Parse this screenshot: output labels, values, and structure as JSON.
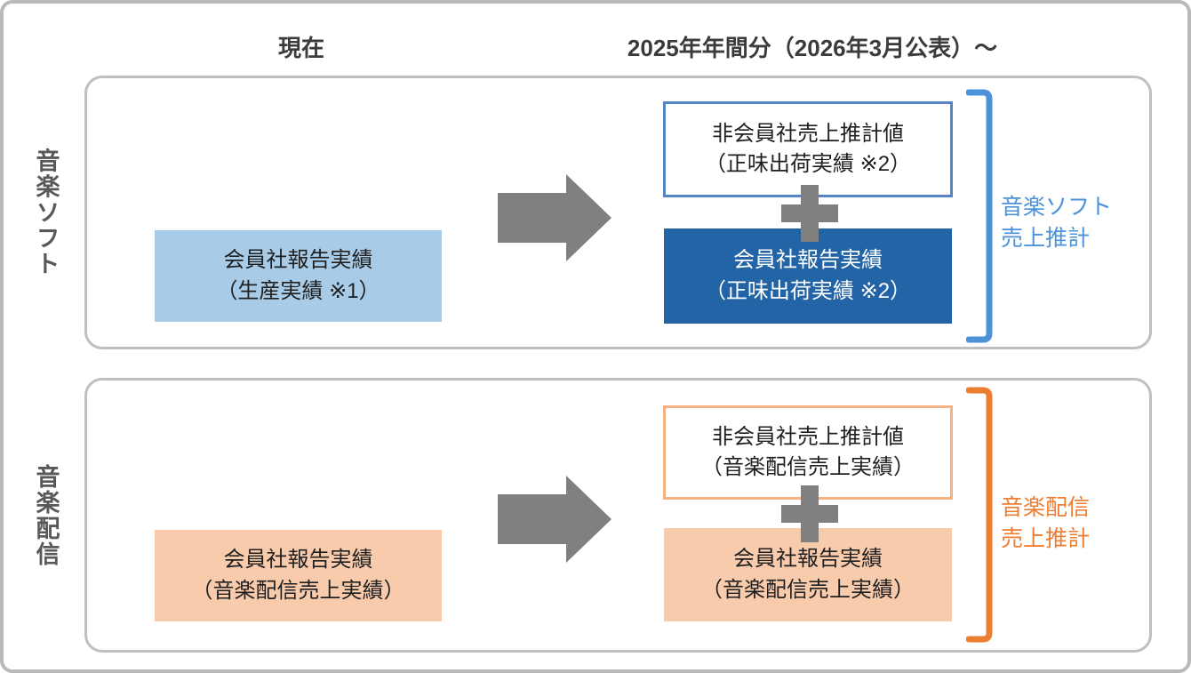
{
  "header": {
    "current_label": "現在",
    "future_label": "2025年年間分（2026年3月公表）～"
  },
  "colors": {
    "blue_fill": "#A8CCE8",
    "blue_dark": "#2264A6",
    "blue_border": "#5585C8",
    "blue_accent": "#4B92D9",
    "orange_fill": "#F8CBAD",
    "orange_border": "#F4B183",
    "orange_accent": "#ED7D31",
    "arrow_gray": "#808080",
    "panel_border": "#BFBFBF",
    "text_dark": "#1F1F1F",
    "side_label_gray": "#595959"
  },
  "panels": [
    {
      "side_label": "音楽ソフト",
      "current_box": {
        "line1": "会員社報告実績",
        "line2": "（生産実績 ※1）"
      },
      "estimate_box": {
        "line1": "非会員社売上推計値",
        "line2": "（正味出荷実績 ※2）"
      },
      "member_box": {
        "line1": "会員社報告実績",
        "line2": "（正味出荷実績 ※2）"
      },
      "result_label": {
        "line1": "音楽ソフト",
        "line2": "売上推計"
      }
    },
    {
      "side_label": "音楽配信",
      "current_box": {
        "line1": "会員社報告実績",
        "line2": "（音楽配信売上実績）"
      },
      "estimate_box": {
        "line1": "非会員社売上推計値",
        "line2": "（音楽配信売上実績）"
      },
      "member_box": {
        "line1": "会員社報告実績",
        "line2": "（音楽配信売上実績）"
      },
      "result_label": {
        "line1": "音楽配信",
        "line2": "売上推計"
      }
    }
  ]
}
